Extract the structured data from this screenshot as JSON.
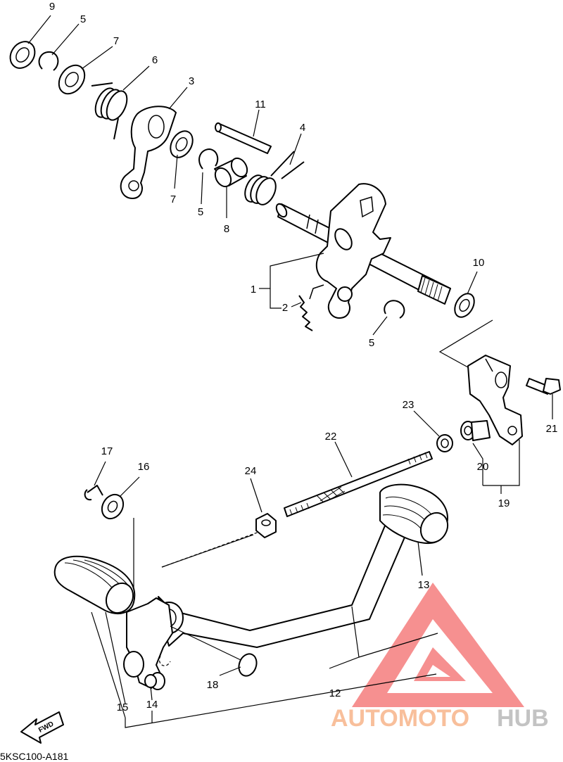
{
  "drawing_code": "5KSC100-A181",
  "fwd_label": "FWD",
  "watermark": {
    "auto": "AUTOMOTO",
    "hub": "HUB",
    "accent_color": "#f7b58a",
    "hub_color": "#b9b9b9",
    "logo_color": "#f36b6b"
  },
  "callouts": {
    "c1": "1",
    "c2": "2",
    "c3": "3",
    "c4": "4",
    "c5a": "5",
    "c5b": "5",
    "c5c": "5",
    "c6": "6",
    "c7a": "7",
    "c7b": "7",
    "c8": "8",
    "c9": "9",
    "c10": "10",
    "c11": "11",
    "c12": "12",
    "c13": "13",
    "c14": "14",
    "c15": "15",
    "c16": "16",
    "c17": "17",
    "c18": "18",
    "c19": "19",
    "c20": "20",
    "c21": "21",
    "c22": "22",
    "c23": "23",
    "c24": "24"
  }
}
